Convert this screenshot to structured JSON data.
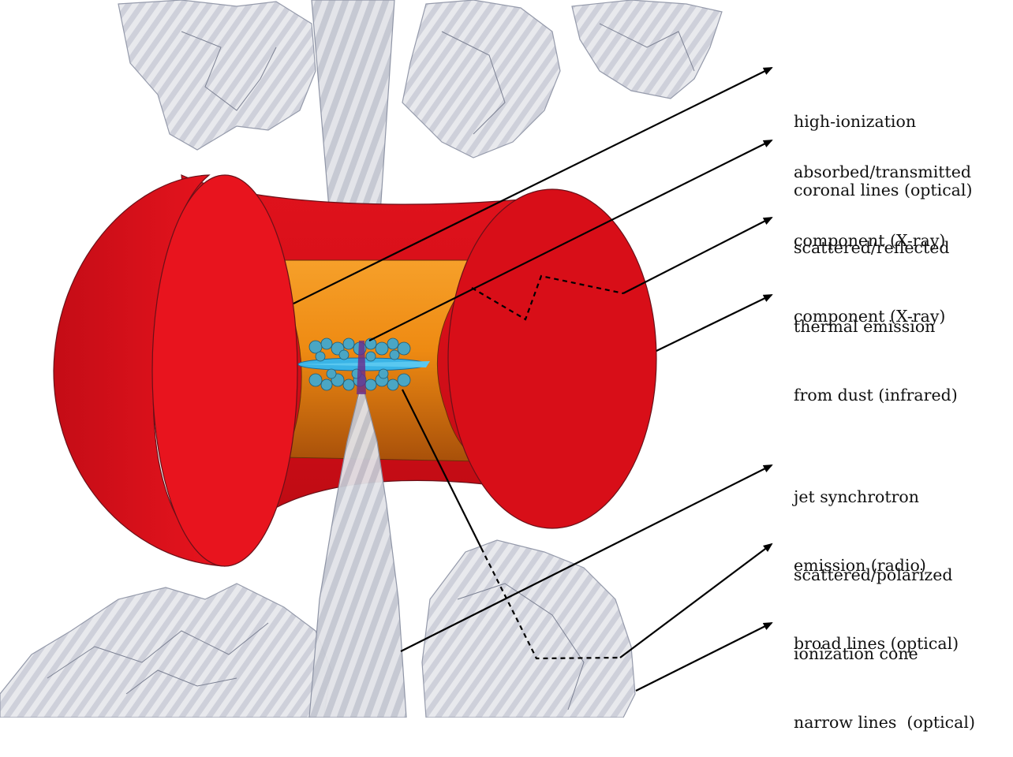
{
  "labels": {
    "coronal": {
      "line1": "high-ionization",
      "line2": "coronal lines (optical)"
    },
    "absorbed": {
      "line1": "absorbed/transmitted",
      "line2": "component (X-ray)"
    },
    "scattered": {
      "line1": "scattered/reflected",
      "line2": "component (X-ray)"
    },
    "thermal": {
      "line1": "thermal emission",
      "line2": "from dust (infrared)"
    },
    "jet": {
      "line1": "jet synchrotron",
      "line2": "emission (radio)"
    },
    "polarized": {
      "line1": "scattered/polarized",
      "line2": "broad lines (optical)"
    },
    "cone": {
      "line1": "ionization cone",
      "line2": "narrow lines  (optical)"
    }
  },
  "colors": {
    "torus_red": "#e8141e",
    "torus_dark": "#c00a14",
    "torus_inner_orange": "#f08a14",
    "clouds_gray": "#9ea4b4",
    "jet_gray": "#b4b8c4",
    "disk_cyan": "#3ab4e6",
    "arrow": "#000000"
  }
}
